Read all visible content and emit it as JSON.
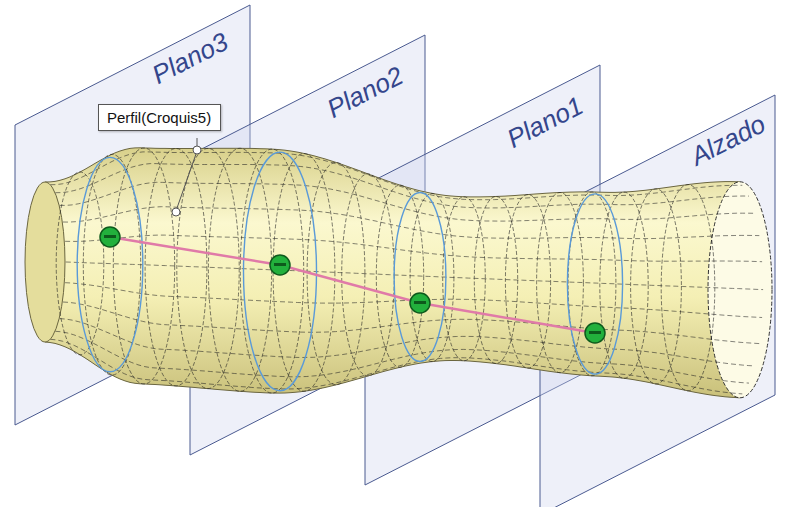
{
  "diagram": {
    "nodes": [
      {
        "text": [
          "Perfil(Croquis5)"
        ]
      }
    ],
    "labels": [
      "Plano3",
      "Plano2",
      "Plano1",
      "Alzado"
    ]
  }
}
